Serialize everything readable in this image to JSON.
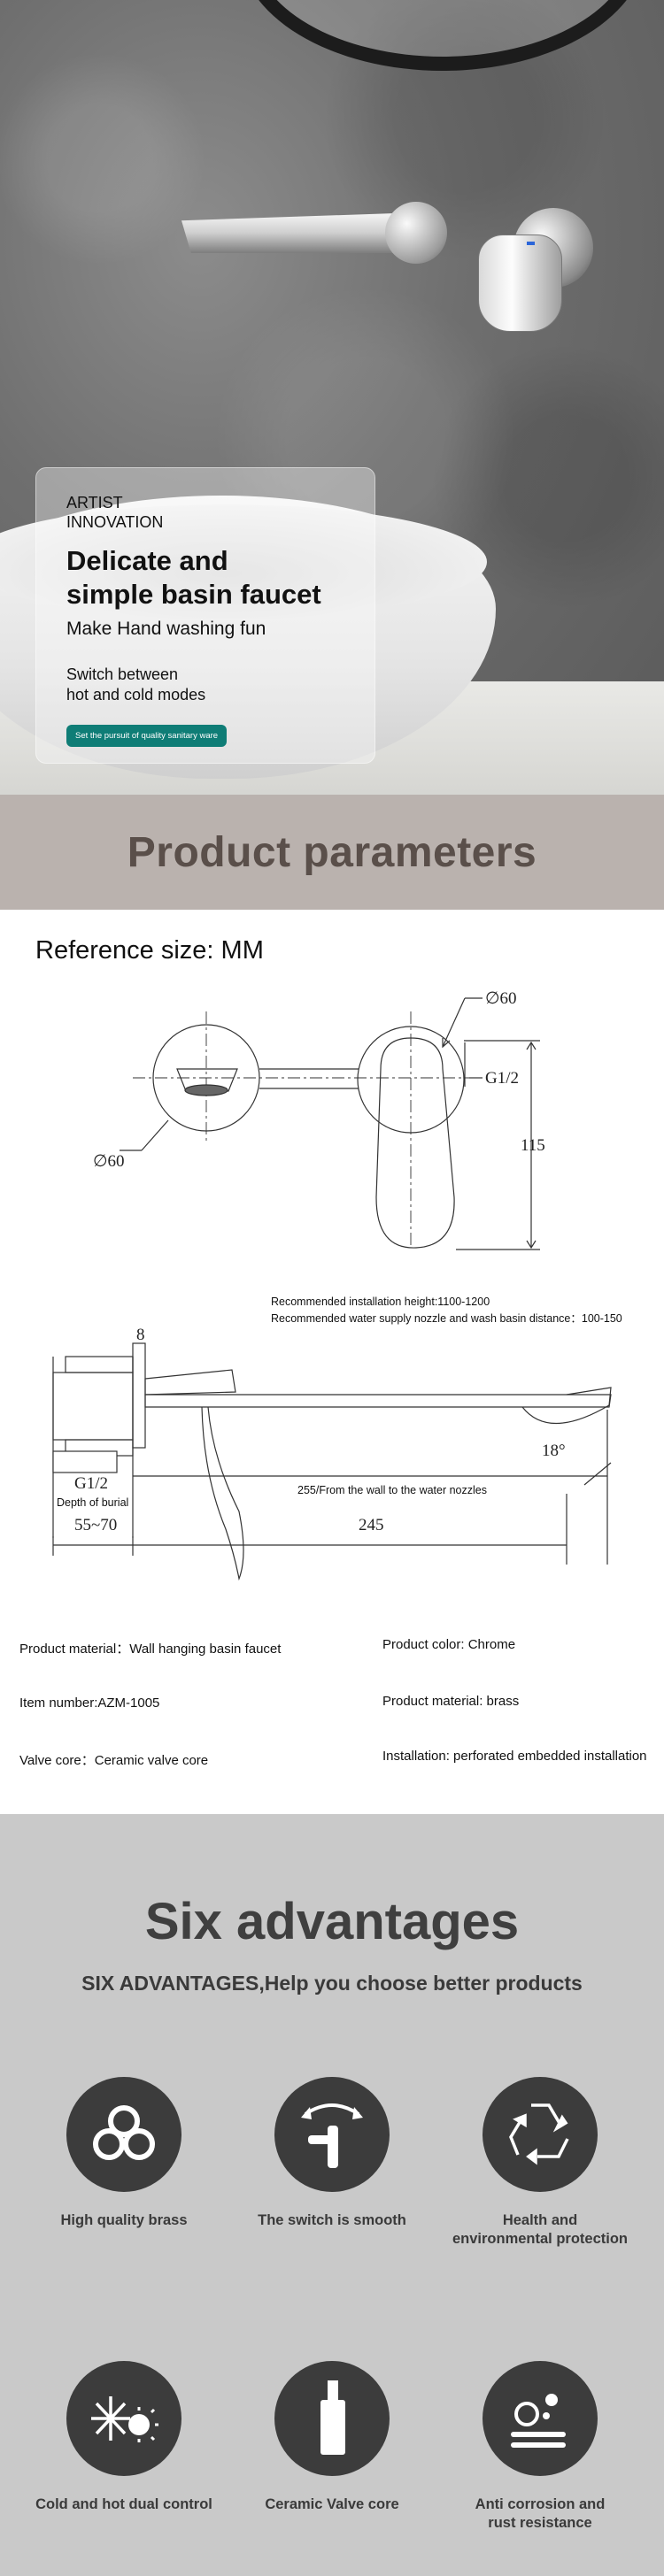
{
  "hero": {
    "eyebrow_line1": "ARTIST",
    "eyebrow_line2": "INNOVATION",
    "title_line1": "Delicate and",
    "title_line2": "simple basin faucet",
    "subtitle": "Make Hand washing fun",
    "note_line1": "Switch between",
    "note_line2": "hot and cold modes",
    "pill": "Set the pursuit of quality sanitary ware",
    "colors": {
      "pill_bg": "#0f7d76"
    }
  },
  "parameters": {
    "heading": "Product parameters",
    "reference_size": "Reference size: MM",
    "dims": {
      "diameter_top": "∅60",
      "diameter_left": "∅60",
      "thread_right": "G1/2",
      "height": "115",
      "plate_thickness": "8",
      "thread_bottom": "G1/2",
      "burial_label": "Depth of burial",
      "burial_range": "55~70",
      "spout_length": "245",
      "angle": "18°",
      "wall_to_nozzle": "255/From the wall to the water nozzles",
      "rec_height": "Recommended installation height:1100-1200",
      "rec_distance": "Recommended water supply nozzle and wash basin distance：100-150"
    },
    "specs": {
      "material_left": "Product material：Wall hanging basin faucet",
      "item_number": "Item number:AZM-1005",
      "valve_core": "Valve core：Ceramic valve core",
      "color": "Product color: Chrome",
      "material_right": "Product material: brass",
      "installation": "Installation: perforated embedded installation"
    }
  },
  "advantages": {
    "heading": "Six advantages",
    "subheading": "SIX ADVANTAGES,Help you choose better products",
    "items": [
      {
        "label": "High quality brass",
        "icon": "brass-circles-icon"
      },
      {
        "label": "The switch is smooth",
        "icon": "switch-rotate-icon"
      },
      {
        "label_line1": "Health and",
        "label_line2": "environmental protection",
        "icon": "recycle-icon"
      },
      {
        "label": "Cold and hot dual control",
        "icon": "snowflake-sun-icon"
      },
      {
        "label": "Ceramic Valve core",
        "icon": "valve-core-icon"
      },
      {
        "label_line1": "Anti corrosion and",
        "label_line2": "rust resistance",
        "icon": "anti-corrosion-icon"
      }
    ]
  }
}
